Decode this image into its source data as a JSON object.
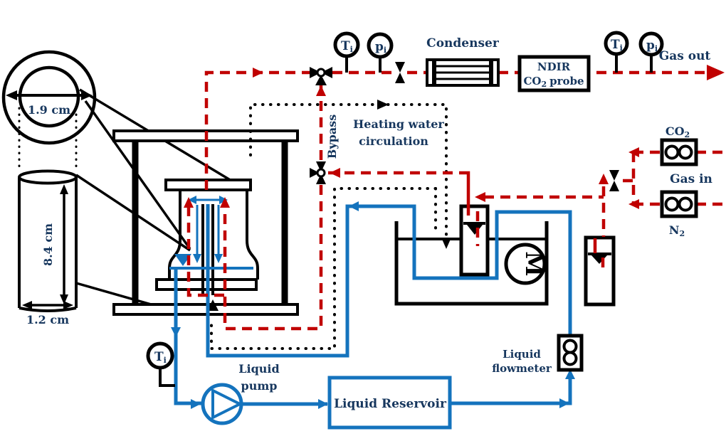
{
  "colors": {
    "gas_line": "#c00000",
    "liquid_line": "#1473bd",
    "heating_line": "#000000",
    "label_text": "#17375e"
  },
  "magnifier": {
    "diameter_label": "1.9 cm",
    "height_label": "8.4 cm",
    "width_label": "1.2 cm"
  },
  "instruments": {
    "temperature": {
      "main": "T",
      "sub": "i"
    },
    "pressure": {
      "main": "p",
      "sub": "i"
    }
  },
  "gas_section": {
    "condenser": "Condenser",
    "ndir_line1": "NDIR",
    "ndir_co": "CO",
    "ndir_sub": "2",
    "ndir_probe": "probe",
    "gas_out": "Gas out",
    "co2_main": "CO",
    "co2_sub": "2",
    "gas_in": "Gas in",
    "n2_main": "N",
    "n2_sub": "2",
    "bypass": "Bypass"
  },
  "heating": {
    "line1": "Heating water",
    "line2": "circulation"
  },
  "liquid_section": {
    "pump_line1": "Liquid",
    "pump_line2": "pump",
    "reservoir": "Liquid Reservoir",
    "flowmeter_line1": "Liquid",
    "flowmeter_line2": "flowmeter"
  },
  "stirrer": {
    "label": "M"
  }
}
